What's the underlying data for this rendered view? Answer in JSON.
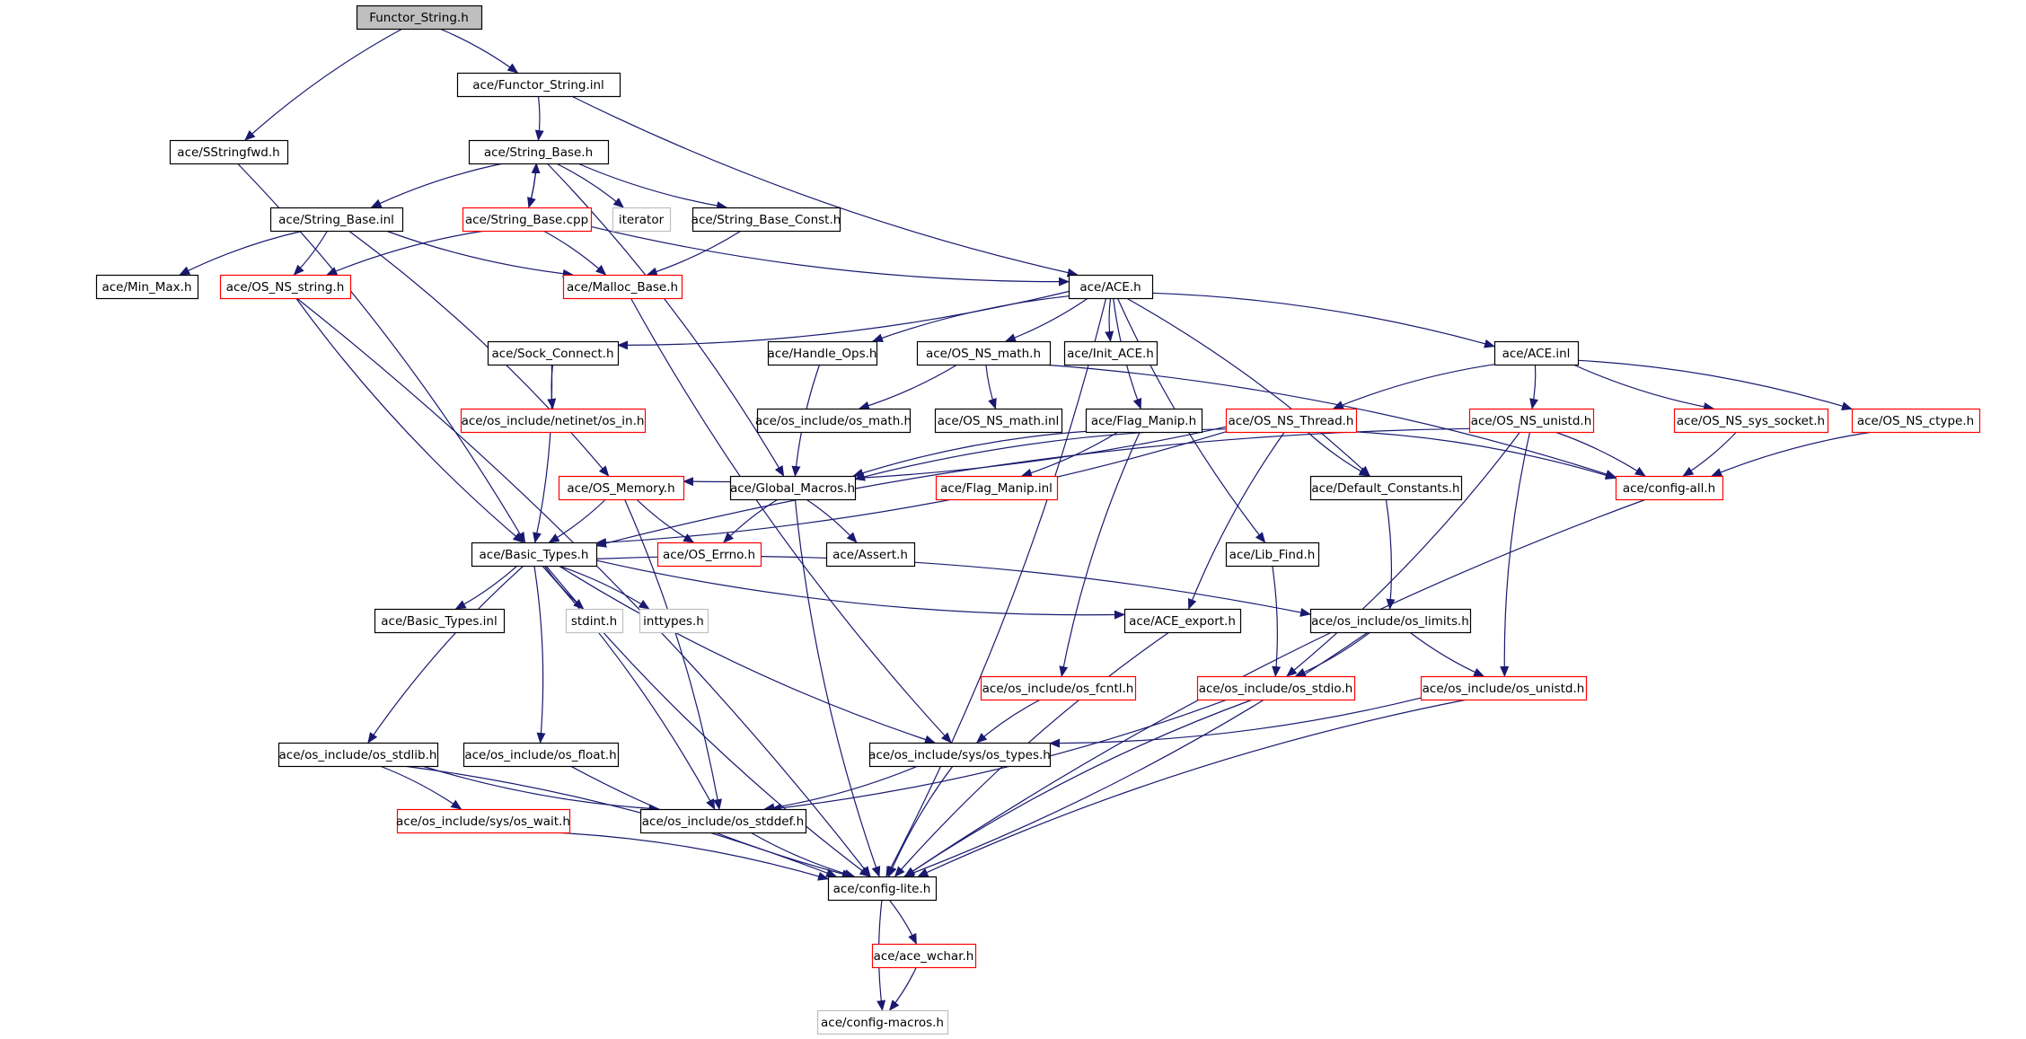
{
  "diagram": {
    "nodes": {
      "functor_string_h": {
        "label": "Functor_String.h",
        "style": "root"
      },
      "functor_string_inl": {
        "label": "ace/Functor_String.inl",
        "style": "normal"
      },
      "sstringfwd": {
        "label": "ace/SStringfwd.h",
        "style": "normal"
      },
      "string_base_h": {
        "label": "ace/String_Base.h",
        "style": "normal"
      },
      "string_base_inl": {
        "label": "ace/String_Base.inl",
        "style": "normal"
      },
      "string_base_cpp": {
        "label": "ace/String_Base.cpp",
        "style": "red"
      },
      "iterator": {
        "label": "iterator",
        "style": "gray"
      },
      "string_base_const": {
        "label": "ace/String_Base_Const.h",
        "style": "normal"
      },
      "min_max": {
        "label": "ace/Min_Max.h",
        "style": "normal"
      },
      "os_ns_string": {
        "label": "ace/OS_NS_string.h",
        "style": "red"
      },
      "malloc_base": {
        "label": "ace/Malloc_Base.h",
        "style": "red"
      },
      "ace_h": {
        "label": "ace/ACE.h",
        "style": "normal"
      },
      "sock_connect": {
        "label": "ace/Sock_Connect.h",
        "style": "normal"
      },
      "handle_ops": {
        "label": "ace/Handle_Ops.h",
        "style": "normal"
      },
      "os_ns_math": {
        "label": "ace/OS_NS_math.h",
        "style": "normal"
      },
      "init_ace": {
        "label": "ace/Init_ACE.h",
        "style": "normal"
      },
      "ace_inl": {
        "label": "ace/ACE.inl",
        "style": "normal"
      },
      "netinet_in": {
        "label": "ace/os_include/netinet/os_in.h",
        "style": "red"
      },
      "os_math": {
        "label": "ace/os_include/os_math.h",
        "style": "normal"
      },
      "os_ns_math_inl": {
        "label": "ace/OS_NS_math.inl",
        "style": "normal"
      },
      "flag_manip": {
        "label": "ace/Flag_Manip.h",
        "style": "normal"
      },
      "os_ns_thread": {
        "label": "ace/OS_NS_Thread.h",
        "style": "red"
      },
      "os_ns_unistd": {
        "label": "ace/OS_NS_unistd.h",
        "style": "red"
      },
      "os_ns_sys_socket": {
        "label": "ace/OS_NS_sys_socket.h",
        "style": "red"
      },
      "os_ns_ctype": {
        "label": "ace/OS_NS_ctype.h",
        "style": "red"
      },
      "os_memory": {
        "label": "ace/OS_Memory.h",
        "style": "red"
      },
      "global_macros": {
        "label": "ace/Global_Macros.h",
        "style": "normal"
      },
      "flag_manip_inl": {
        "label": "ace/Flag_Manip.inl",
        "style": "red"
      },
      "default_constants": {
        "label": "ace/Default_Constants.h",
        "style": "normal"
      },
      "config_all": {
        "label": "ace/config-all.h",
        "style": "red"
      },
      "basic_types": {
        "label": "ace/Basic_Types.h",
        "style": "normal"
      },
      "os_errno": {
        "label": "ace/OS_Errno.h",
        "style": "red"
      },
      "assert_h": {
        "label": "ace/Assert.h",
        "style": "normal"
      },
      "lib_find": {
        "label": "ace/Lib_Find.h",
        "style": "normal"
      },
      "basic_types_inl": {
        "label": "ace/Basic_Types.inl",
        "style": "normal"
      },
      "stdint": {
        "label": "stdint.h",
        "style": "gray"
      },
      "inttypes": {
        "label": "inttypes.h",
        "style": "gray"
      },
      "ace_export": {
        "label": "ace/ACE_export.h",
        "style": "normal"
      },
      "os_limits": {
        "label": "ace/os_include/os_limits.h",
        "style": "normal"
      },
      "os_fcntl": {
        "label": "ace/os_include/os_fcntl.h",
        "style": "red"
      },
      "os_stdio": {
        "label": "ace/os_include/os_stdio.h",
        "style": "red"
      },
      "os_unistd": {
        "label": "ace/os_include/os_unistd.h",
        "style": "red"
      },
      "os_stdlib": {
        "label": "ace/os_include/os_stdlib.h",
        "style": "normal"
      },
      "os_float": {
        "label": "ace/os_include/os_float.h",
        "style": "normal"
      },
      "sys_os_types": {
        "label": "ace/os_include/sys/os_types.h",
        "style": "normal"
      },
      "sys_os_wait": {
        "label": "ace/os_include/sys/os_wait.h",
        "style": "red"
      },
      "os_stddef": {
        "label": "ace/os_include/os_stddef.h",
        "style": "normal"
      },
      "config_lite": {
        "label": "ace/config-lite.h",
        "style": "normal"
      },
      "ace_wchar": {
        "label": "ace/ace_wchar.h",
        "style": "red"
      },
      "config_macros": {
        "label": "ace/config-macros.h",
        "style": "gray"
      }
    },
    "edges": [
      [
        "functor_string_h",
        "functor_string_inl"
      ],
      [
        "functor_string_h",
        "sstringfwd"
      ],
      [
        "functor_string_inl",
        "string_base_h"
      ],
      [
        "functor_string_inl",
        "ace_h"
      ],
      [
        "sstringfwd",
        "basic_types"
      ],
      [
        "string_base_h",
        "string_base_inl"
      ],
      [
        "string_base_h",
        "string_base_cpp"
      ],
      [
        "string_base_cpp",
        "string_base_h"
      ],
      [
        "string_base_h",
        "iterator"
      ],
      [
        "string_base_h",
        "string_base_const"
      ],
      [
        "string_base_h",
        "global_macros"
      ],
      [
        "string_base_inl",
        "min_max"
      ],
      [
        "string_base_inl",
        "os_ns_string"
      ],
      [
        "string_base_inl",
        "malloc_base"
      ],
      [
        "string_base_inl",
        "os_memory"
      ],
      [
        "string_base_cpp",
        "os_ns_string"
      ],
      [
        "string_base_cpp",
        "malloc_base"
      ],
      [
        "string_base_cpp",
        "ace_h"
      ],
      [
        "string_base_const",
        "malloc_base"
      ],
      [
        "os_ns_string",
        "basic_types"
      ],
      [
        "os_ns_string",
        "config_lite"
      ],
      [
        "malloc_base",
        "sys_os_types"
      ],
      [
        "ace_h",
        "sock_connect"
      ],
      [
        "ace_h",
        "handle_ops"
      ],
      [
        "ace_h",
        "os_ns_math"
      ],
      [
        "ace_h",
        "init_ace"
      ],
      [
        "ace_h",
        "ace_inl"
      ],
      [
        "ace_h",
        "flag_manip"
      ],
      [
        "ace_h",
        "default_constants"
      ],
      [
        "ace_h",
        "lib_find"
      ],
      [
        "ace_h",
        "config_lite"
      ],
      [
        "sock_connect",
        "netinet_in"
      ],
      [
        "sock_connect",
        "basic_types"
      ],
      [
        "handle_ops",
        "global_macros"
      ],
      [
        "os_ns_math",
        "os_math"
      ],
      [
        "os_ns_math",
        "os_ns_math_inl"
      ],
      [
        "os_ns_math",
        "config_all"
      ],
      [
        "ace_inl",
        "os_ns_thread"
      ],
      [
        "ace_inl",
        "os_ns_unistd"
      ],
      [
        "ace_inl",
        "os_ns_sys_socket"
      ],
      [
        "ace_inl",
        "os_ns_ctype"
      ],
      [
        "flag_manip",
        "global_macros"
      ],
      [
        "flag_manip",
        "flag_manip_inl"
      ],
      [
        "flag_manip",
        "os_fcntl"
      ],
      [
        "os_ns_thread",
        "os_memory"
      ],
      [
        "os_ns_thread",
        "global_macros"
      ],
      [
        "os_ns_thread",
        "basic_types"
      ],
      [
        "os_ns_thread",
        "default_constants"
      ],
      [
        "os_ns_thread",
        "config_all"
      ],
      [
        "os_ns_thread",
        "ace_export"
      ],
      [
        "os_ns_unistd",
        "config_all"
      ],
      [
        "os_ns_unistd",
        "basic_types"
      ],
      [
        "os_ns_unistd",
        "os_stdio"
      ],
      [
        "os_ns_unistd",
        "os_unistd"
      ],
      [
        "os_ns_sys_socket",
        "config_all"
      ],
      [
        "os_ns_ctype",
        "config_all"
      ],
      [
        "os_memory",
        "basic_types"
      ],
      [
        "os_memory",
        "os_errno"
      ],
      [
        "os_memory",
        "os_stddef"
      ],
      [
        "global_macros",
        "os_errno"
      ],
      [
        "global_macros",
        "assert_h"
      ],
      [
        "global_macros",
        "config_lite"
      ],
      [
        "default_constants",
        "os_limits"
      ],
      [
        "config_all",
        "config_lite"
      ],
      [
        "basic_types",
        "basic_types_inl"
      ],
      [
        "basic_types",
        "stdint"
      ],
      [
        "basic_types",
        "inttypes"
      ],
      [
        "basic_types",
        "ace_export"
      ],
      [
        "basic_types",
        "os_limits"
      ],
      [
        "basic_types",
        "sys_os_types"
      ],
      [
        "basic_types",
        "os_stddef"
      ],
      [
        "basic_types",
        "os_stdlib"
      ],
      [
        "basic_types",
        "os_float"
      ],
      [
        "basic_types",
        "config_lite"
      ],
      [
        "lib_find",
        "os_stdio"
      ],
      [
        "ace_export",
        "config_lite"
      ],
      [
        "os_limits",
        "os_stdio"
      ],
      [
        "os_limits",
        "os_unistd"
      ],
      [
        "os_limits",
        "config_lite"
      ],
      [
        "os_fcntl",
        "sys_os_types"
      ],
      [
        "os_stdio",
        "os_stddef"
      ],
      [
        "os_stdio",
        "config_lite"
      ],
      [
        "os_unistd",
        "sys_os_types"
      ],
      [
        "os_unistd",
        "config_lite"
      ],
      [
        "os_stdlib",
        "sys_os_wait"
      ],
      [
        "os_stdlib",
        "os_stddef"
      ],
      [
        "os_stdlib",
        "config_lite"
      ],
      [
        "os_float",
        "config_lite"
      ],
      [
        "sys_os_types",
        "os_stddef"
      ],
      [
        "sys_os_types",
        "config_lite"
      ],
      [
        "sys_os_wait",
        "config_lite"
      ],
      [
        "os_stddef",
        "config_lite"
      ],
      [
        "config_lite",
        "ace_wchar"
      ],
      [
        "config_lite",
        "config_macros"
      ],
      [
        "ace_wchar",
        "config_macros"
      ]
    ],
    "colors": {
      "edge": "#191970",
      "border_normal": "#000000",
      "border_red": "#ff0000",
      "border_gray": "#bfbfbf",
      "root_fill": "#bfbfbf",
      "node_fill": "#ffffff"
    }
  }
}
